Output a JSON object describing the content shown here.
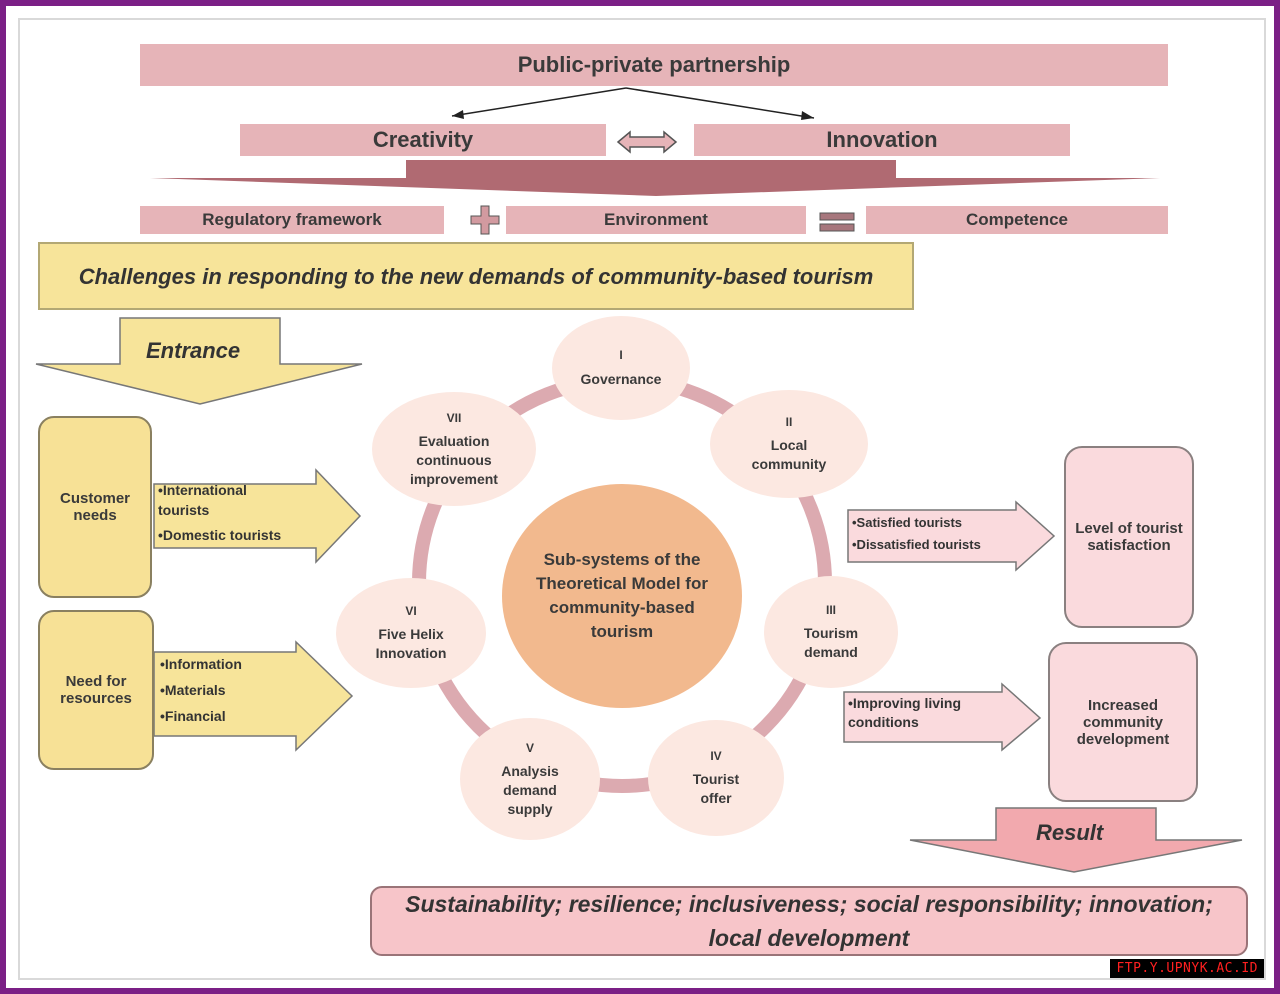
{
  "top": {
    "title": "Public-private partnership",
    "creativity": "Creativity",
    "innovation": "Innovation",
    "regulatory": "Regulatory framework",
    "environment": "Environment",
    "competence": "Competence"
  },
  "challenge": "Challenges in responding to the new demands of  community-based tourism",
  "entrance": "Entrance",
  "customer_needs": {
    "label": "Customer needs",
    "items": [
      "•International tourists",
      "•Domestic tourists"
    ]
  },
  "need_resources": {
    "label": "Need for resources",
    "items": [
      "•Information",
      "•Materials",
      "•Financial"
    ]
  },
  "center": "Sub-systems of the Theoretical Model for community-based tourism",
  "nodes": [
    {
      "num": "I",
      "label": "Governance"
    },
    {
      "num": "II",
      "label": "Local community"
    },
    {
      "num": "III",
      "label": "Tourism demand"
    },
    {
      "num": "IV",
      "label": "Tourist offer"
    },
    {
      "num": "V",
      "label": "Analysis demand supply"
    },
    {
      "num": "VI",
      "label": "Five Helix Innovation"
    },
    {
      "num": "VII",
      "label": "Evaluation continuous improvement"
    }
  ],
  "right": {
    "satisfaction_items": [
      "•Satisfied tourists",
      "•Dissatisfied tourists"
    ],
    "satisfaction_box": "Level of tourist satisfaction",
    "living_items": [
      "•Improving living conditions"
    ],
    "development_box": "Increased community development"
  },
  "result": "Result",
  "final": "Sustainability; resilience; inclusiveness; social responsibility; innovation; local development",
  "watermark": "FTP.Y.UPNYK.AC.ID",
  "colors": {
    "pink_bar": "#e6b4b8",
    "yellow": "#f7e196",
    "orange_center": "#f2b98e",
    "node": "#fce8e1",
    "frame": "#7b1f86"
  }
}
